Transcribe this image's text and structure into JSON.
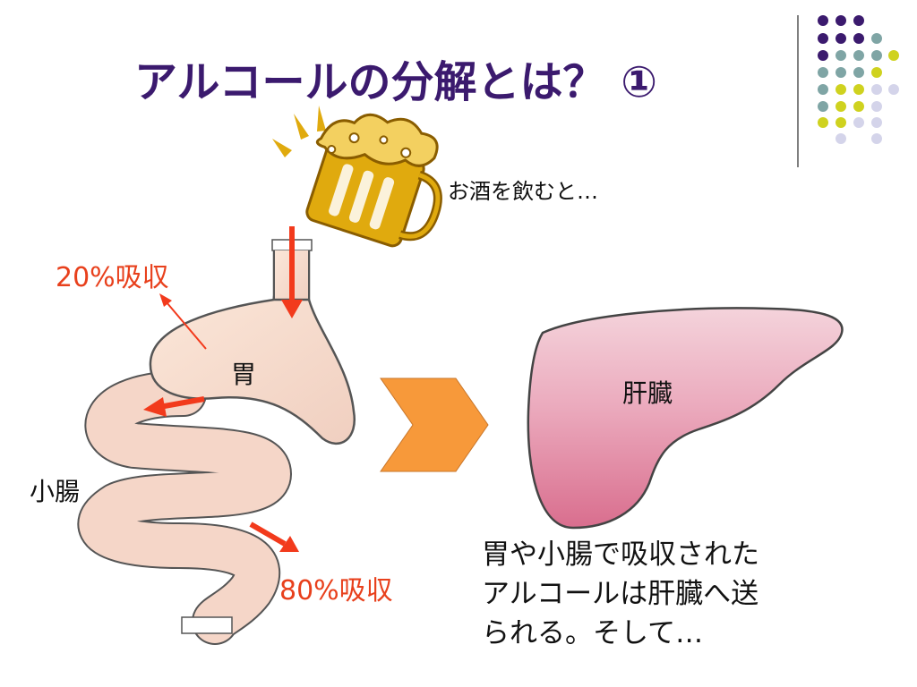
{
  "slide": {
    "title": "アルコールの分解とは？ ①",
    "drink_text": "お酒を飲むと…",
    "absorption_top": "20%吸収",
    "absorption_bottom": "80%吸収",
    "stomach_label": "胃",
    "intestine_label": "小腸",
    "liver_label": "肝臓",
    "explanation_lines": [
      "胃や小腸で吸収された",
      "アルコールは肝臓へ送",
      "られる。そして…"
    ]
  },
  "icons": {
    "beer": "beer-mug-icon",
    "arrow": "chevron-right-arrow",
    "decor": "dot-grid-decoration"
  },
  "colors": {
    "title": "#3b1a6e",
    "absorption": "#e8401c",
    "arrow_red": "#f23a1c",
    "chevron": "#f7993a",
    "beer_gold": "#e0aa0e",
    "organ_fill": "#f7dccd",
    "liver_top": "#f3cdd5",
    "liver_bottom": "#db7a97",
    "dot_purple": "#3b1a6e",
    "dot_teal": "#7fa5a5",
    "dot_lime": "#cfd21f",
    "dot_lavender": "#d4d4ea"
  }
}
